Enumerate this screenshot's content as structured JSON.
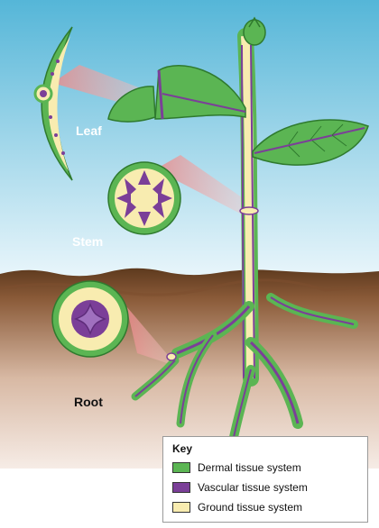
{
  "labels": {
    "leaf": "Leaf",
    "stem": "Stem",
    "root": "Root"
  },
  "key": {
    "title": "Key",
    "items": [
      {
        "label": "Dermal tissue system",
        "color": "#5bb553"
      },
      {
        "label": "Vascular tissue system",
        "color": "#7b3f98"
      },
      {
        "label": "Ground tissue system",
        "color": "#f8ecb0"
      }
    ]
  },
  "colors": {
    "sky_top": "#55b6d8",
    "sky_bottom": "#e6f4fa",
    "soil_top": "#5e3a1e",
    "soil_bottom": "#f3e6de",
    "dermal": "#5bb553",
    "vascular": "#7b3f98",
    "ground": "#f8ecb0"
  }
}
